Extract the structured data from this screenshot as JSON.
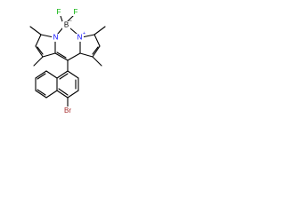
{
  "molecule": {
    "atoms": {
      "f1": {
        "symbol": "F",
        "color": "#00b000"
      },
      "f2": {
        "symbol": "F",
        "color": "#00b000"
      },
      "b": {
        "symbol": "B",
        "charge": "−",
        "color": "#000000"
      },
      "n1": {
        "symbol": "N",
        "color": "#0000ff"
      },
      "n2": {
        "symbol": "N",
        "charge": "+",
        "color": "#0000ff"
      },
      "br": {
        "symbol": "Br",
        "color": "#a52a2a"
      }
    }
  }
}
